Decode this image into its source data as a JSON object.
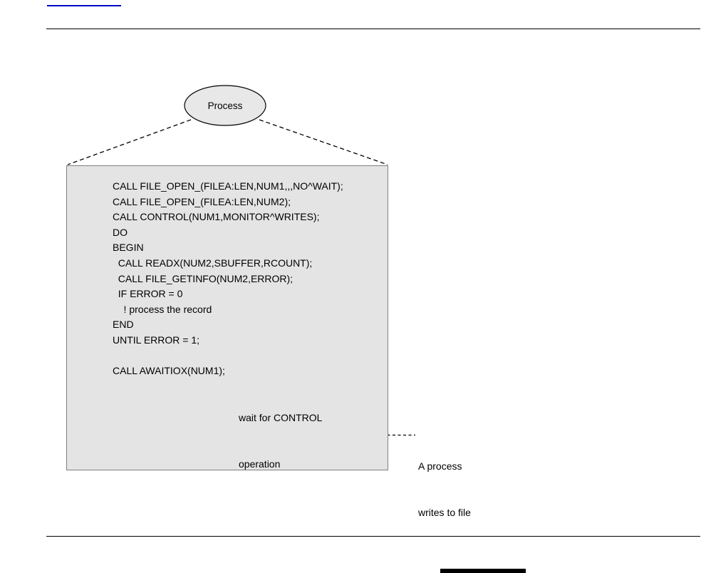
{
  "page": {
    "top_link_text": ""
  },
  "diagram": {
    "process_label": "Process",
    "code_lines": [
      "CALL FILE_OPEN_(FILEA:LEN,NUM1,,,NO^WAIT);",
      "CALL FILE_OPEN_(FILEA:LEN,NUM2);",
      "CALL CONTROL(NUM1,MONITOR^WRITES);",
      "DO",
      "BEGIN",
      "  CALL READX(NUM2,SBUFFER,RCOUNT);",
      "  CALL FILE_GETINFO(NUM2,ERROR);",
      "  IF ERROR = 0",
      "    ! process the record",
      "END",
      "UNTIL ERROR = 1;",
      "",
      "CALL AWAITIOX(NUM1);"
    ],
    "wait_annotation": {
      "line1": "wait for CONTROL",
      "line2": "operation"
    },
    "external_annotation": {
      "line1": "A process",
      "line2": "writes to file"
    }
  },
  "colors": {
    "box_fill": "#e4e4e4",
    "box_border": "#7f7f7f",
    "ellipse_fill": "#e8e8e8",
    "link": "#0000cc",
    "line": "#000000"
  }
}
